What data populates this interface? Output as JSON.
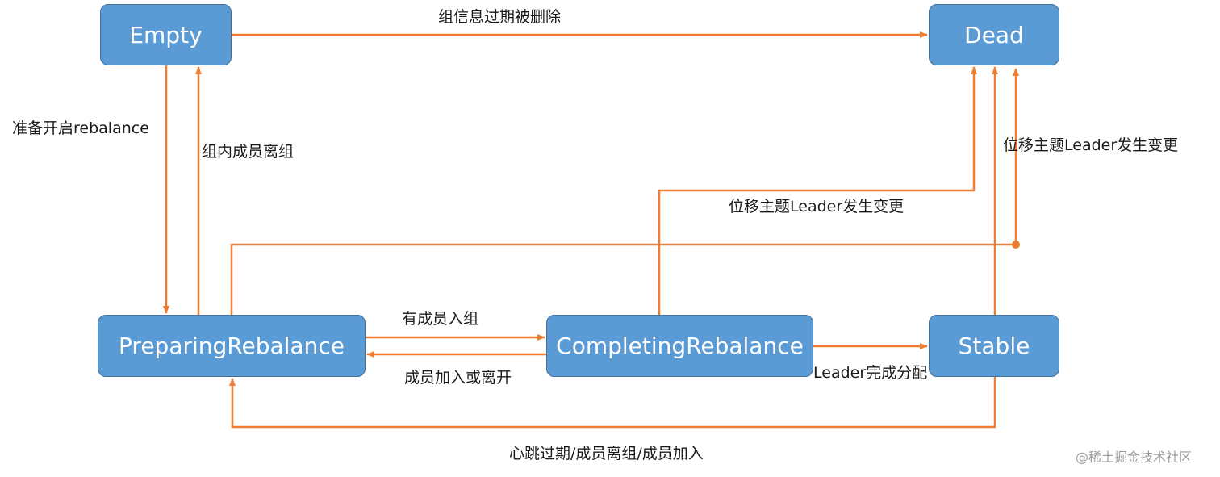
{
  "nodes": {
    "empty": "Empty",
    "dead": "Dead",
    "preparing": "PreparingRebalance",
    "completing": "CompletingRebalance",
    "stable": "Stable"
  },
  "edges": {
    "empty_to_dead": "组信息过期被删除",
    "empty_to_preparing": "准备开启rebalance",
    "preparing_to_empty": "组内成员离组",
    "completing_to_dead": "位移主题Leader发生变更",
    "stable_to_dead": "位移主题Leader发生变更",
    "preparing_to_completing": "有成员入组",
    "completing_to_preparing": "成员加入或离开",
    "completing_to_stable": "Leader完成分配",
    "stable_to_preparing": "心跳过期/成员离组/成员加入"
  },
  "watermark": "@稀土掘金技术社区",
  "colors": {
    "node_fill": "#5b9bd5",
    "node_border": "#41719c",
    "arrow": "#ed7d31"
  }
}
